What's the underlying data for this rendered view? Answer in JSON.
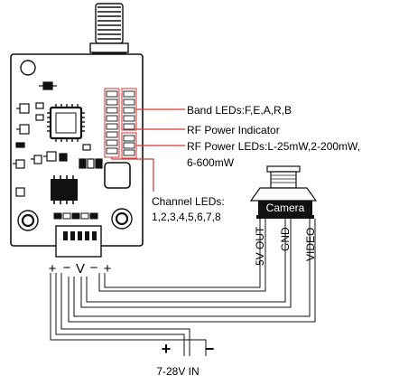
{
  "callouts": {
    "band_leds": "Band LEDs:F,E,A,R,B",
    "rf_power_indicator": "RF Power Indicator",
    "rf_power_leds_line1": "RF Power LEDs:L-25mW,2-200mW,",
    "rf_power_leds_line2": "6-600mW",
    "channel_leds_line1": "Channel LEDs:",
    "channel_leds_line2": "1,2,3,4,5,6,7,8"
  },
  "camera": {
    "label": "Camera",
    "pins": [
      "5V OUT",
      "GND",
      "VIDEO"
    ]
  },
  "connector_pins": {
    "left_plus": "+",
    "minus_1": "−",
    "v": "V",
    "minus_2": "−",
    "right_plus": "+"
  },
  "power_input": {
    "plus": "+",
    "minus": "−",
    "label": "7-28V IN"
  }
}
